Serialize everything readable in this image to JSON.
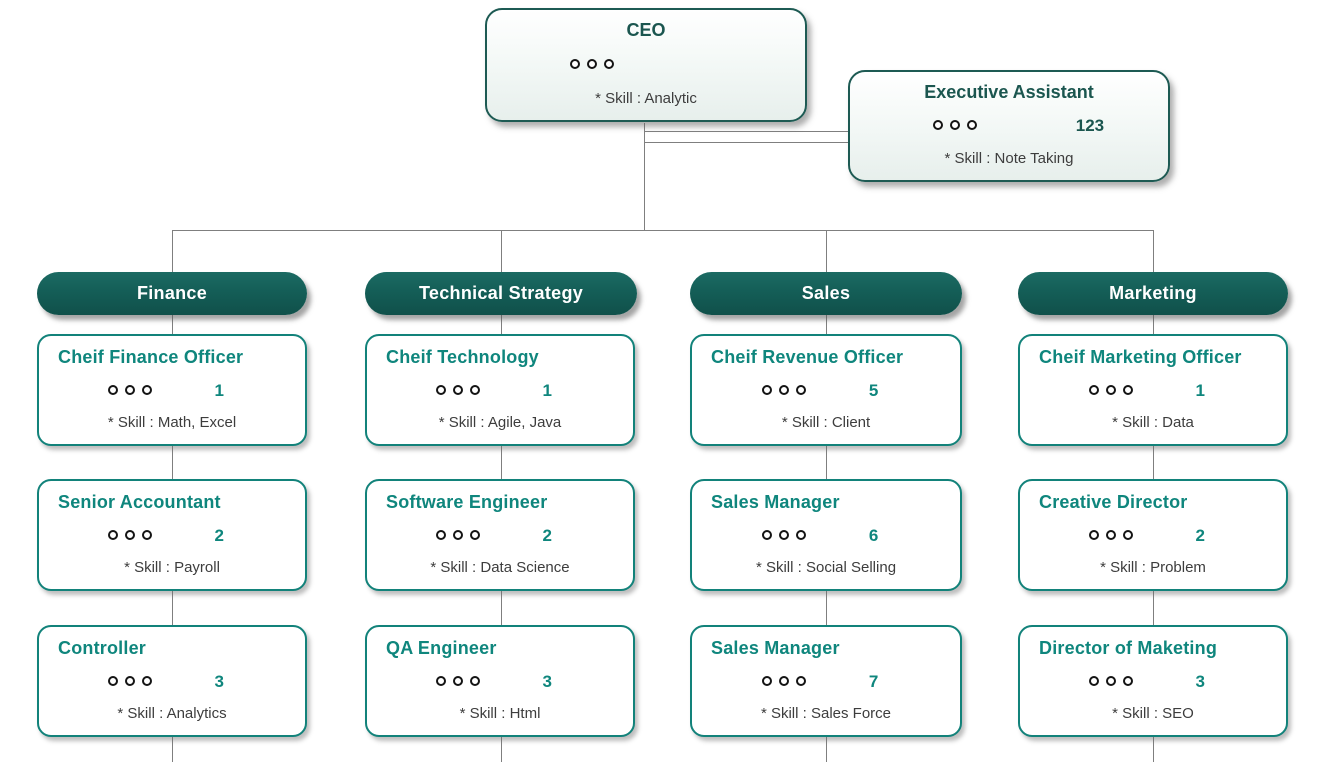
{
  "colors": {
    "pill_fill": "#145e57",
    "member_border": "#12827a",
    "exec_border": "#1d5a53",
    "member_title": "#0f867d",
    "exec_title": "#1b564f",
    "skill_text": "#3d3d3d",
    "connector": "#7f7f7f"
  },
  "ceo": {
    "title": "CEO",
    "skill": "* Skill : Analytic"
  },
  "assistant": {
    "title": "Executive Assistant",
    "number": "123",
    "skill": "* Skill : Note Taking"
  },
  "departments": [
    {
      "name": "Finance",
      "members": [
        {
          "title": "Cheif Finance Officer",
          "number": "1",
          "skill": "* Skill : Math, Excel"
        },
        {
          "title": "Senior Accountant",
          "number": "2",
          "skill": "* Skill : Payroll"
        },
        {
          "title": "Controller",
          "number": "3",
          "skill": "* Skill : Analytics"
        }
      ]
    },
    {
      "name": "Technical Strategy",
      "members": [
        {
          "title": "Cheif Technology",
          "number": "1",
          "skill": "* Skill : Agile, Java"
        },
        {
          "title": "Software Engineer",
          "number": "2",
          "skill": "* Skill : Data Science"
        },
        {
          "title": "QA Engineer",
          "number": "3",
          "skill": "* Skill : Html"
        }
      ]
    },
    {
      "name": "Sales",
      "members": [
        {
          "title": "Cheif Revenue Officer",
          "number": "5",
          "skill": "* Skill : Client"
        },
        {
          "title": "Sales Manager",
          "number": "6",
          "skill": "* Skill : Social Selling"
        },
        {
          "title": "Sales Manager",
          "number": "7",
          "skill": "* Skill : Sales Force"
        }
      ]
    },
    {
      "name": "Marketing",
      "members": [
        {
          "title": "Cheif Marketing Officer",
          "number": "1",
          "skill": "* Skill : Data"
        },
        {
          "title": "Creative Director",
          "number": "2",
          "skill": "* Skill : Problem"
        },
        {
          "title": "Director of Maketing",
          "number": "3",
          "skill": "* Skill : SEO"
        }
      ]
    }
  ]
}
